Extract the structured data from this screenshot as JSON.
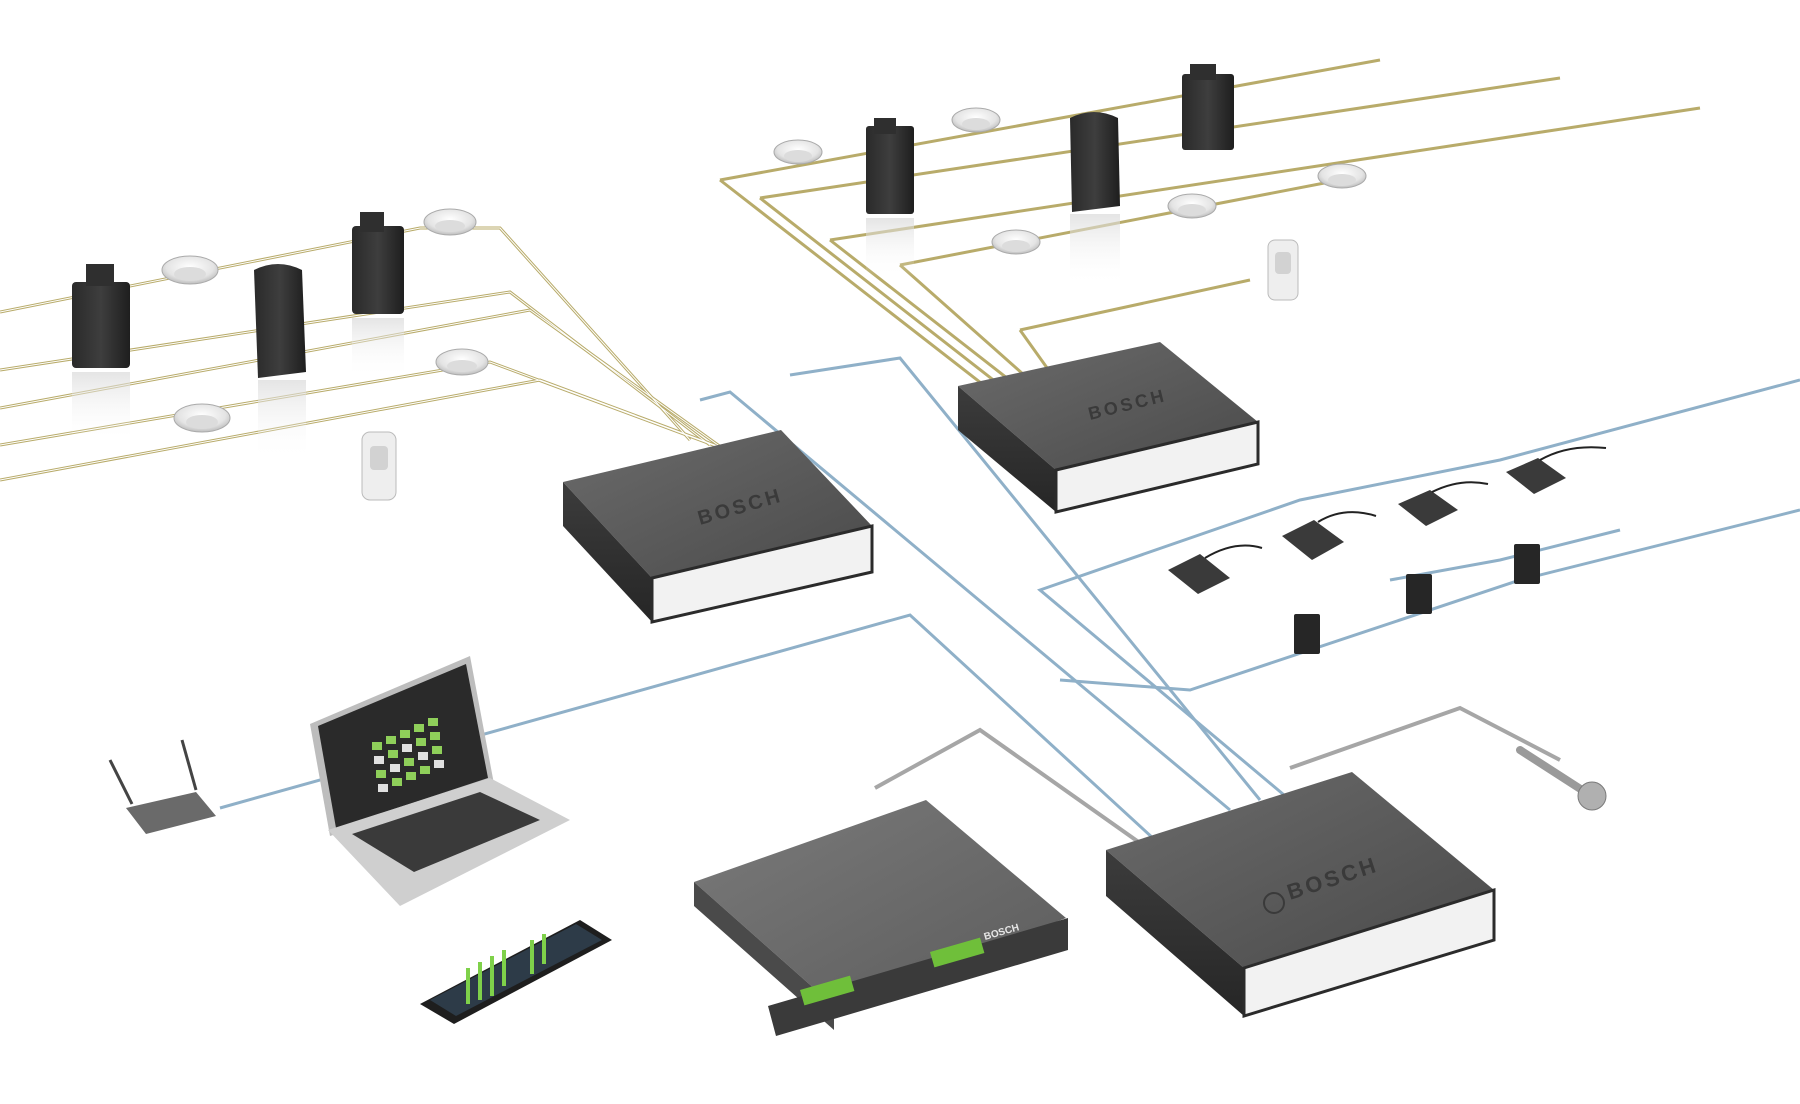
{
  "brand": {
    "name": "BOSCH",
    "logo_icon": "bosch-armature-logo"
  },
  "colors": {
    "audio_cable": "#b8ab6a",
    "network_cable": "#8fb0c8",
    "link_cable": "#a6a6a6",
    "device_body": "#5a5a5a",
    "device_front": "#f4f4f4"
  },
  "devices": {
    "controller_left": {
      "kind": "network-controller",
      "label": "BOSCH"
    },
    "controller_top": {
      "kind": "network-controller",
      "label": "BOSCH"
    },
    "controller_main": {
      "kind": "network-controller",
      "label": "BOSCH"
    },
    "rack_unit": {
      "kind": "rack-controller",
      "label": "BOSCH"
    },
    "laptop": {
      "kind": "laptop-configuration"
    },
    "tablet": {
      "kind": "tablet-control"
    },
    "router": {
      "kind": "wireless-access-point"
    },
    "microphone": {
      "kind": "handheld-microphone"
    }
  },
  "peripherals": {
    "left_cluster": [
      "box-speaker",
      "ceiling-speaker",
      "cabinet-speaker",
      "box-speaker",
      "ceiling-speaker",
      "ceiling-speaker",
      "ceiling-speaker",
      "sensor"
    ],
    "top_cluster": [
      "ceiling-speaker",
      "box-speaker",
      "ceiling-speaker",
      "cabinet-speaker",
      "box-speaker",
      "ceiling-speaker",
      "ceiling-speaker",
      "ceiling-speaker",
      "sensor"
    ],
    "call_stations": [
      "call-station",
      "call-station",
      "call-station",
      "call-station"
    ],
    "wall_panels": [
      "wall-panel",
      "wall-panel",
      "wall-panel"
    ]
  }
}
